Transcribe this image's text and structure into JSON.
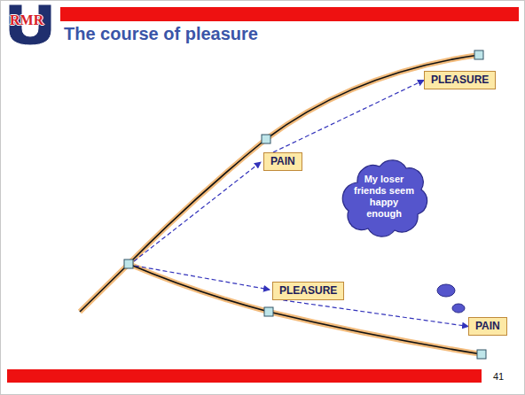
{
  "diagram": {
    "title": "The course of pleasure",
    "nodes": [
      {
        "text": [
          "PLEASURE"
        ]
      },
      {
        "text": [
          "PAIN"
        ]
      },
      {
        "text": [
          "My loser friends seem happy enough"
        ]
      },
      {
        "text": [
          "PLEASURE"
        ]
      },
      {
        "text": [
          "PAIN"
        ]
      }
    ],
    "edges": [
      {
        "from": 1,
        "to": 0,
        "arrow": "to"
      },
      {
        "from": 3,
        "to": 4,
        "arrow": "to"
      }
    ],
    "labels": [
      "RMR",
      "41"
    ]
  }
}
